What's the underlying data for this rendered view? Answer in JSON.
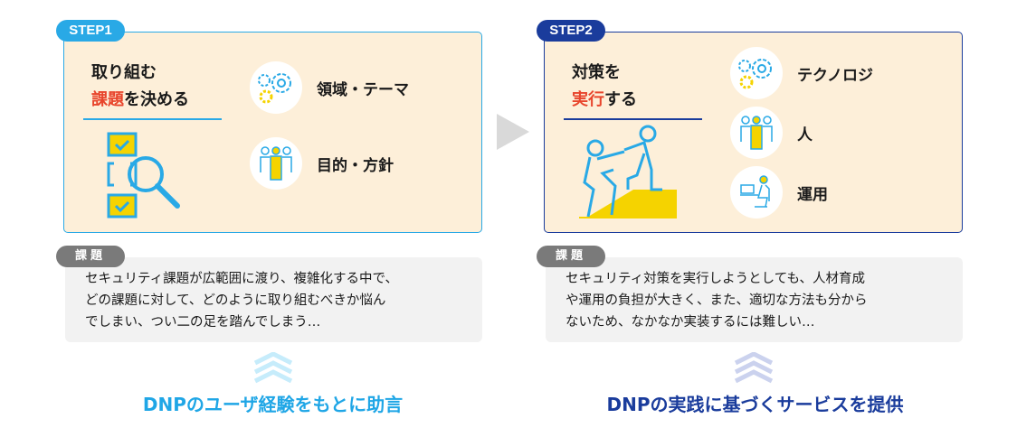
{
  "colors": {
    "step1": "#29a9e6",
    "step2": "#1a3c9c",
    "panel": "#fdefd9",
    "highlight": "#e8452c",
    "yellow": "#f5d300"
  },
  "step1": {
    "badge": "STEP1",
    "heading_line1": "取り組む",
    "heading_red": "課題",
    "heading_rest": "を決める",
    "items": [
      {
        "icon": "gears-icon",
        "label": "領域・テーマ"
      },
      {
        "icon": "people-icon",
        "label": "目的・方針"
      }
    ],
    "issue_label": "課題",
    "issue_lines": [
      "セキュリティ課題が広範囲に渡り、複雑化する中で、",
      "どの課題に対して、どのように取り組むべきか悩ん",
      "でしまい、つい二の足を踏んでしまう…"
    ],
    "result": "DNPのユーザ経験をもとに助言"
  },
  "step2": {
    "badge": "STEP2",
    "heading_line1": "対策を",
    "heading_red": "実行",
    "heading_rest": "する",
    "items": [
      {
        "icon": "gears-icon",
        "label": "テクノロジ"
      },
      {
        "icon": "people-icon",
        "label": "人"
      },
      {
        "icon": "operator-icon",
        "label": "運用"
      }
    ],
    "issue_label": "課題",
    "issue_lines": [
      "セキュリティ対策を実行しようとしても、人材育成",
      "や運用の負担が大きく、また、適切な方法も分から",
      "ないため、なかなか実装するには難しい…"
    ],
    "result": "DNPの実践に基づくサービスを提供"
  }
}
